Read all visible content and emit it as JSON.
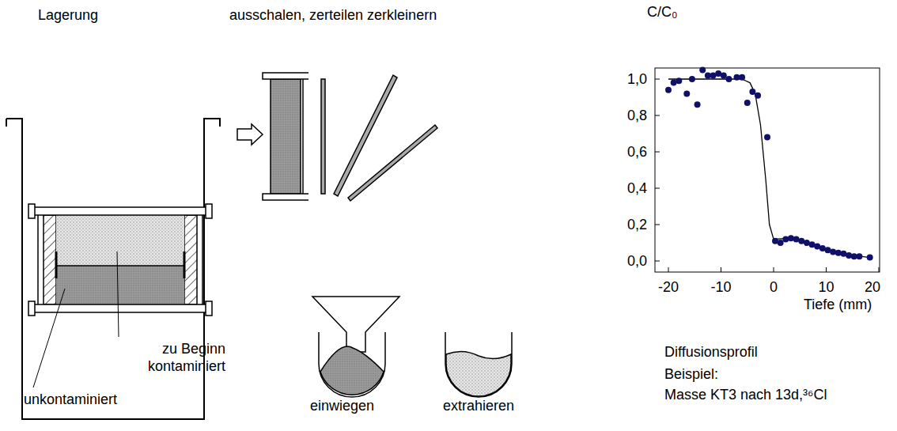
{
  "diagram": {
    "labels": [
      "Lagerung",
      "ausschalen, zerteilen zerkleinern",
      "C/C₀",
      "1,0",
      "0,8",
      "0,6",
      "0,4",
      "0,2",
      "0,0",
      "-20",
      "-10",
      "0",
      "10",
      "20",
      "Tiefe (mm)",
      "zu Beginn kontaminiert",
      "unkontaminiert",
      "einwiegen",
      "extrahieren",
      "Diffusionsprofil",
      "Beispiel:",
      "Masse KT3 nach 13d,³⁶Cl"
    ]
  }
}
